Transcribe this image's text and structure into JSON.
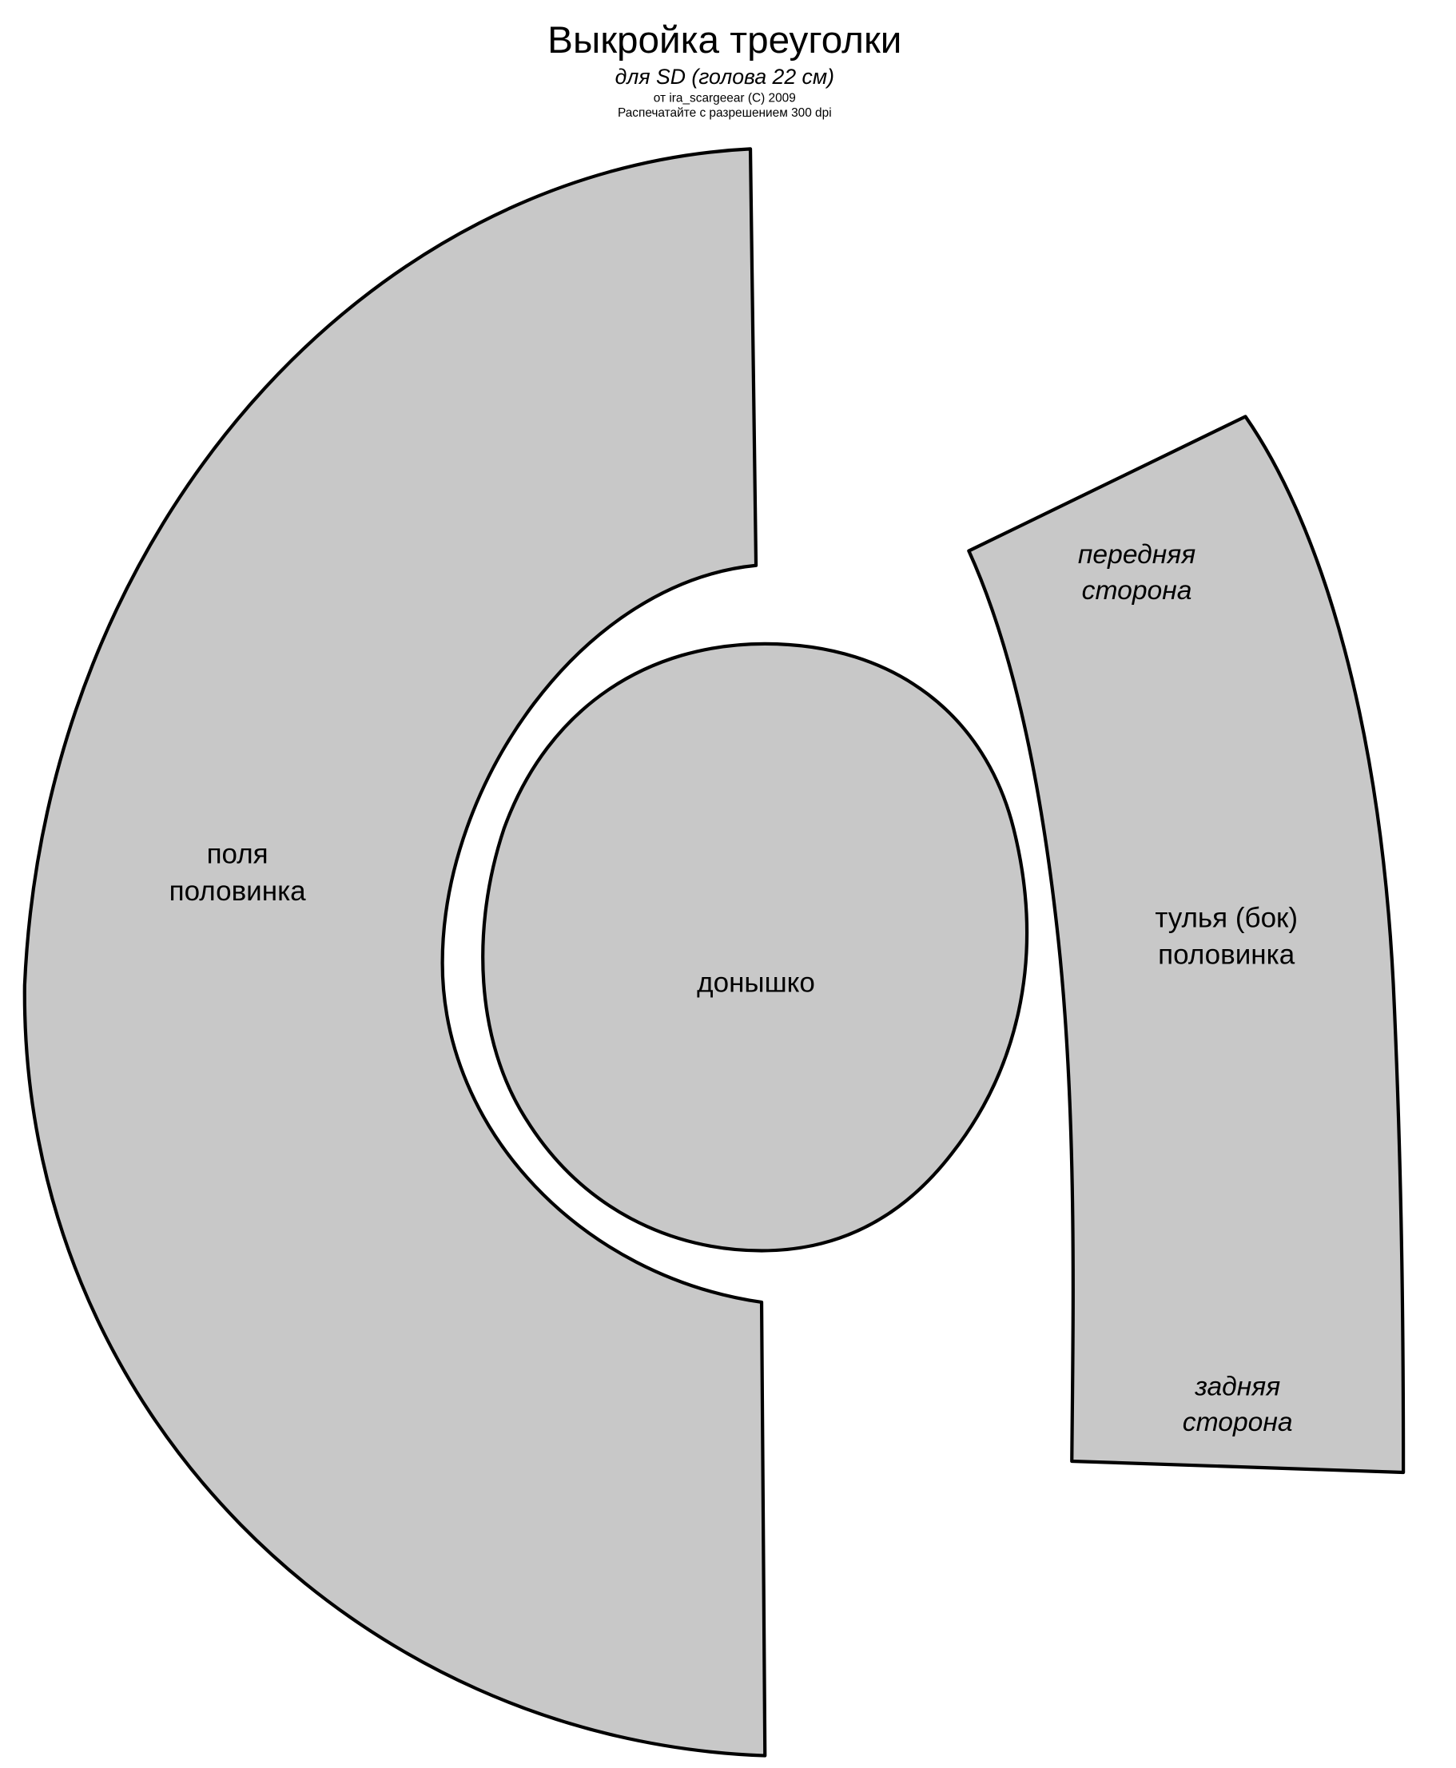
{
  "header": {
    "title": "Выкройка треуголки",
    "subtitle": "для SD (голова 22 см)",
    "author": "от ira_scargeear (C) 2009",
    "print_note": "Распечатайте с разрешением 300 dpi"
  },
  "pieces": {
    "brim": {
      "line1": "поля",
      "line2": "половинка"
    },
    "crown_top": {
      "label": "донышко"
    },
    "crown_side": {
      "front_line1": "передняя",
      "front_line2": "сторона",
      "line1": "тулья (бок)",
      "line2": "половинка",
      "back_line1": "задняя",
      "back_line2": "сторона"
    }
  },
  "colors": {
    "fill": "#c8c8c8",
    "outline": "#000000"
  }
}
